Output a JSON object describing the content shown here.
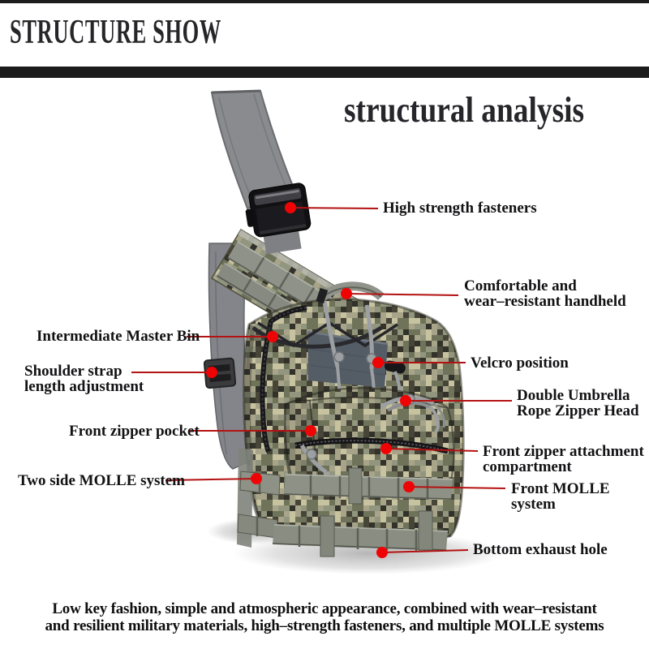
{
  "banner": {
    "title": "STRUCTURE SHOW"
  },
  "heading": {
    "title": "structural analysis"
  },
  "illustration": {
    "alt": "digital camouflage tactical sling chest bag with gray shoulder strap and black buckle"
  },
  "callouts": [
    {
      "id": "high-strength-fasteners",
      "side": "right",
      "text": "High strength fasteners"
    },
    {
      "id": "comfortable-handheld",
      "side": "right",
      "text": "Comfortable and\nwear–resistant handheld"
    },
    {
      "id": "intermediate-master-bin",
      "side": "left",
      "text": "Intermediate Master Bin"
    },
    {
      "id": "velcro-position",
      "side": "right",
      "text": "Velcro position"
    },
    {
      "id": "shoulder-strap-length-adjustment",
      "side": "left",
      "text": "Shoulder strap\nlength adjustment"
    },
    {
      "id": "double-umbrella-rope-zipper-head",
      "side": "right",
      "text": "Double Umbrella\nRope Zipper Head"
    },
    {
      "id": "front-zipper-pocket",
      "side": "left",
      "text": "Front zipper pocket"
    },
    {
      "id": "front-zipper-attachment-compartment",
      "side": "right",
      "text": "Front zipper attachment\ncompartment"
    },
    {
      "id": "two-side-molle-system",
      "side": "left",
      "text": "Two side MOLLE system"
    },
    {
      "id": "front-molle-system",
      "side": "right",
      "text": "Front MOLLE system"
    },
    {
      "id": "bottom-exhaust-hole",
      "side": "right",
      "text": "Bottom exhaust hole"
    }
  ],
  "footer": {
    "text": "Low key fashion, simple and atmospheric appearance, combined with wear–resistant\nand resilient military materials, high–strength fasteners, and multiple MOLLE systems"
  },
  "colors": {
    "leader_line": "#b31212",
    "callout_dot": "#ee0404",
    "banner_bar": "#1c1c1c",
    "text": "#121214",
    "camo_base": "#a7a489",
    "camo_dark": "#474538",
    "camo_olive": "#6f735a",
    "strap_gray": "#8a8b8f",
    "webbing_gray": "#8e9286",
    "velcro_slate": "#545c66"
  }
}
